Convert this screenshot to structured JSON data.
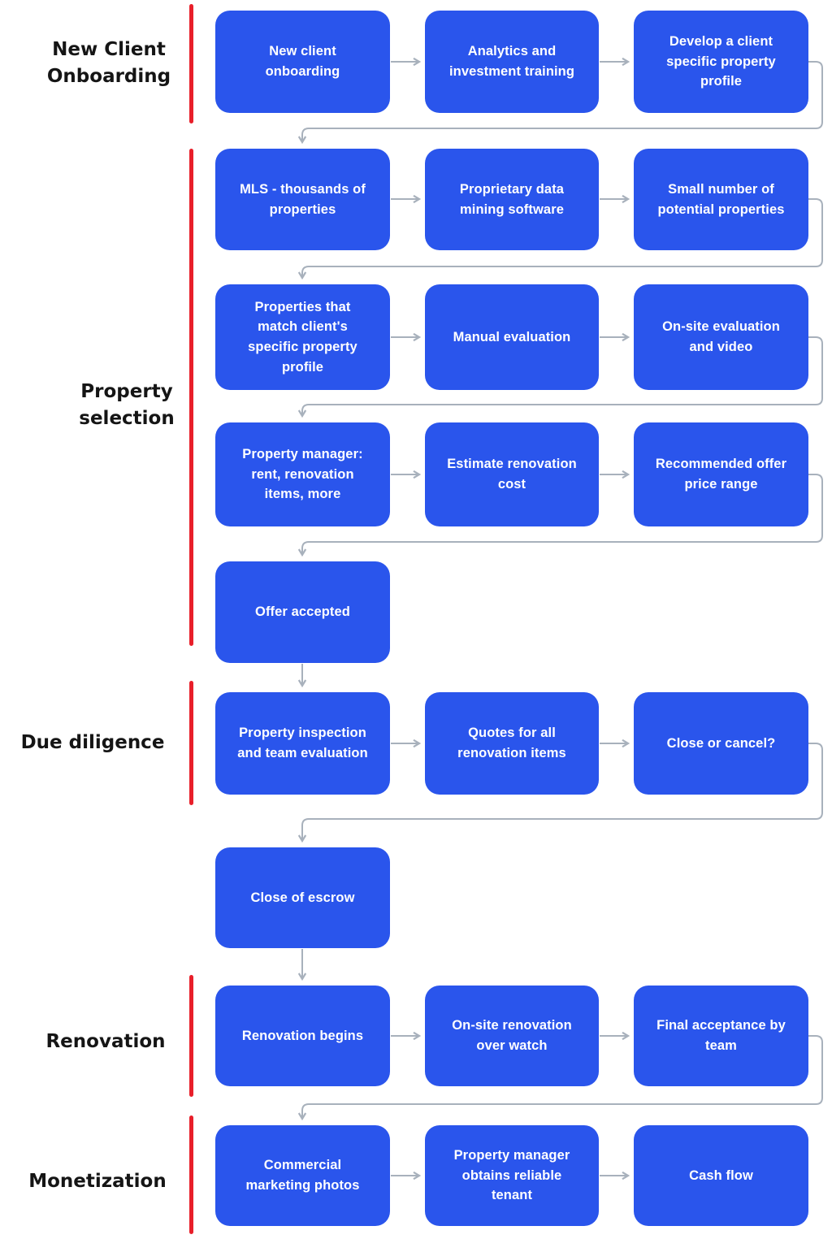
{
  "diagram": {
    "sections": [
      {
        "label": "New Client Onboarding"
      },
      {
        "label": "Property selection"
      },
      {
        "label": "Due diligence"
      },
      {
        "label": "Renovation"
      },
      {
        "label": "Monetization"
      }
    ],
    "rows": [
      {
        "boxes": [
          "New client onboarding",
          "Analytics and investment training",
          "Develop a client specific property profile"
        ]
      },
      {
        "boxes": [
          "MLS - thousands of properties",
          "Proprietary data mining software",
          "Small number of potential properties"
        ]
      },
      {
        "boxes": [
          "Properties that match client's specific property profile",
          "Manual evaluation",
          "On-site evaluation and video"
        ]
      },
      {
        "boxes": [
          "Property manager: rent, renovation items, more",
          "Estimate renovation cost",
          "Recommended offer price range"
        ]
      },
      {
        "boxes": [
          "Offer accepted"
        ]
      },
      {
        "boxes": [
          "Property inspection and team evaluation",
          "Quotes for all renovation items",
          "Close or cancel?"
        ]
      },
      {
        "boxes": [
          "Close of escrow"
        ]
      },
      {
        "boxes": [
          "Renovation begins",
          "On-site renovation over watch",
          "Final acceptance by team"
        ]
      },
      {
        "boxes": [
          "Commercial marketing photos",
          "Property manager obtains reliable tenant",
          "Cash flow"
        ]
      }
    ],
    "colors": {
      "node_blue": "#2a55ec",
      "node_text": "#ffffff",
      "section_line_red": "#e81f2a",
      "connector_gray": "#a8b1bc",
      "label_text": "#151515"
    }
  }
}
